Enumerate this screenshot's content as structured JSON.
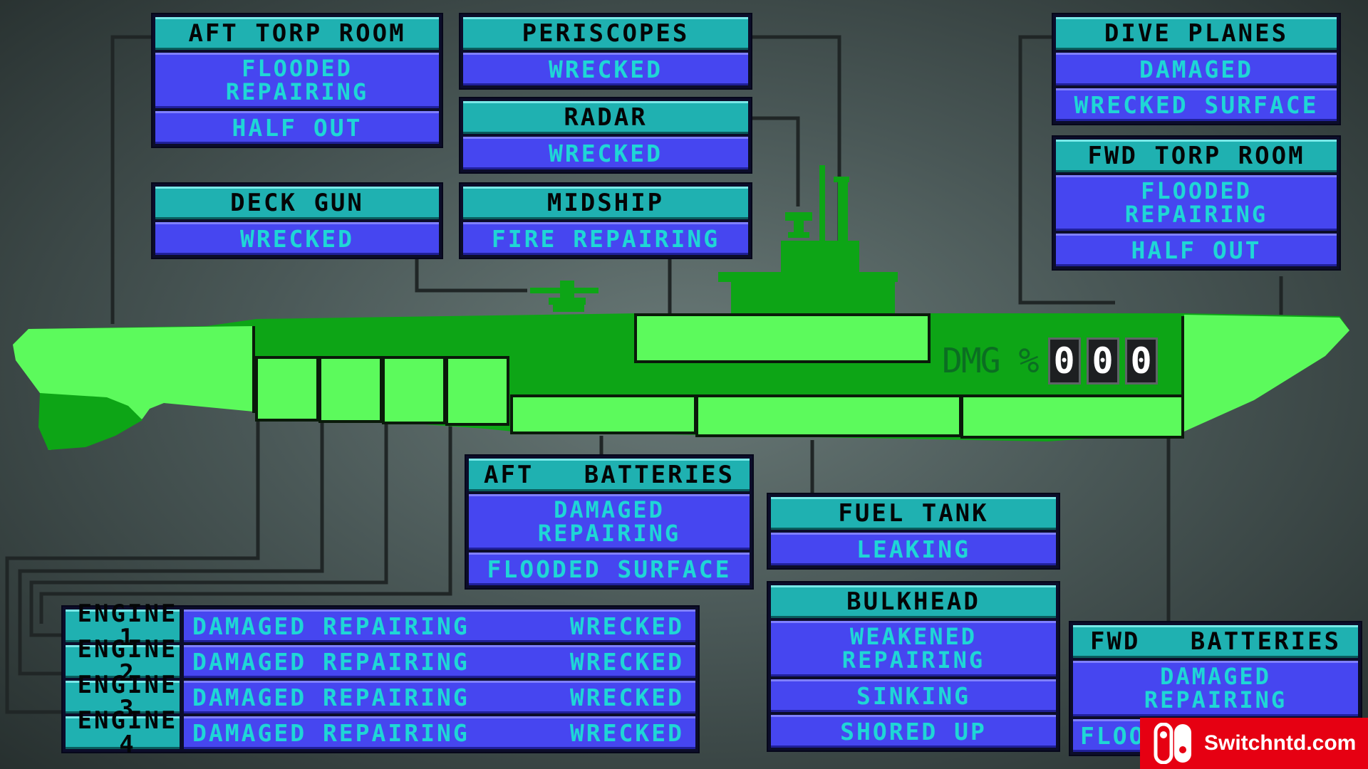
{
  "panels": {
    "aft_torp_room": {
      "title": "AFT TORP ROOM",
      "states": [
        "FLOODED\nREPAIRING",
        "HALF OUT"
      ]
    },
    "periscopes": {
      "title": "PERISCOPES",
      "states": [
        "WRECKED"
      ]
    },
    "radar": {
      "title": "RADAR",
      "states": [
        "WRECKED"
      ]
    },
    "deck_gun": {
      "title": "DECK GUN",
      "states": [
        "WRECKED"
      ]
    },
    "midship": {
      "title": "MIDSHIP",
      "states": [
        "FIRE REPAIRING"
      ]
    },
    "dive_planes": {
      "title": "DIVE PLANES",
      "states": [
        "DAMAGED",
        "WRECKED SURFACE"
      ]
    },
    "fwd_torp_room": {
      "title": "FWD TORP ROOM",
      "states": [
        "FLOODED\nREPAIRING",
        "HALF OUT"
      ]
    },
    "aft_batteries": {
      "title": "AFT   BATTERIES",
      "states": [
        "DAMAGED\nREPAIRING",
        "FLOODED SURFACE"
      ]
    },
    "fuel_tank": {
      "title": "FUEL TANK",
      "states": [
        "LEAKING"
      ]
    },
    "bulkhead": {
      "title": "BULKHEAD",
      "states": [
        "WEAKENED\nREPAIRING",
        "SINKING",
        "SHORED UP"
      ]
    },
    "fwd_batteries": {
      "title": "FWD   BATTERIES",
      "states": [
        "DAMAGED\nREPAIRING",
        "FLOO"
      ]
    }
  },
  "engines": [
    {
      "name": "ENGINE 1",
      "status": "DAMAGED REPAIRING",
      "extra": "WRECKED"
    },
    {
      "name": "ENGINE 2",
      "status": "DAMAGED REPAIRING",
      "extra": "WRECKED"
    },
    {
      "name": "ENGINE 3",
      "status": "DAMAGED REPAIRING",
      "extra": "WRECKED"
    },
    {
      "name": "ENGINE 4",
      "status": "DAMAGED REPAIRING",
      "extra": "WRECKED"
    }
  ],
  "damage": {
    "label": "DMG %",
    "digits": [
      "0",
      "0",
      "0"
    ]
  },
  "badge": {
    "text": "Switchntd.com",
    "icon": "nintendo-switch-logo-icon"
  },
  "colors": {
    "header": "#1fb1b1",
    "status": "#4646f0",
    "status_text": "#1fd6d6",
    "hull_light": "#5cfa5c",
    "hull_dark": "#0da516",
    "badge": "#e60012"
  }
}
